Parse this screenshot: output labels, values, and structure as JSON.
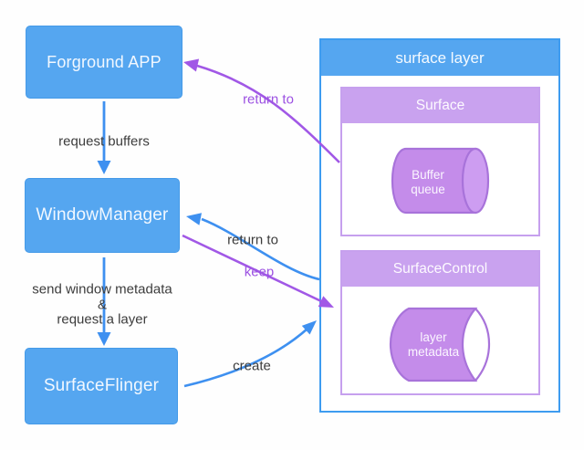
{
  "nodes": {
    "foreground_app": {
      "label": "Forground APP"
    },
    "window_manager": {
      "label": "WindowManager"
    },
    "surface_flinger": {
      "label": "SurfaceFlinger"
    },
    "surface_layer": {
      "label": "surface layer"
    },
    "surface": {
      "label": "Surface"
    },
    "surface_control": {
      "label": "SurfaceControl"
    },
    "buffer_queue": {
      "line1": "Buffer",
      "line2": "queue"
    },
    "layer_metadata": {
      "line1": "layer",
      "line2": "metadata"
    }
  },
  "edges": {
    "request_buffers": {
      "label": "request buffers"
    },
    "send_metadata": {
      "line1": "send window metadata",
      "line2": "&",
      "line3": "request a layer"
    },
    "return_to_app": {
      "label": "return to"
    },
    "return_to_wm": {
      "label": "return to"
    },
    "keep": {
      "label": "keep"
    },
    "create": {
      "label": "create"
    }
  },
  "colors": {
    "node_blue": "#55a6f0",
    "container_border_blue": "#3e9cf0",
    "purple_header": "#c9a2ef",
    "shape_purple_fill": "#c48cea",
    "shape_purple_stroke": "#a873da",
    "arrow_blue": "#3e90f0",
    "arrow_purple": "#a158e6",
    "label_dark": "#3c3c3c",
    "label_purple": "#9c51e2"
  }
}
